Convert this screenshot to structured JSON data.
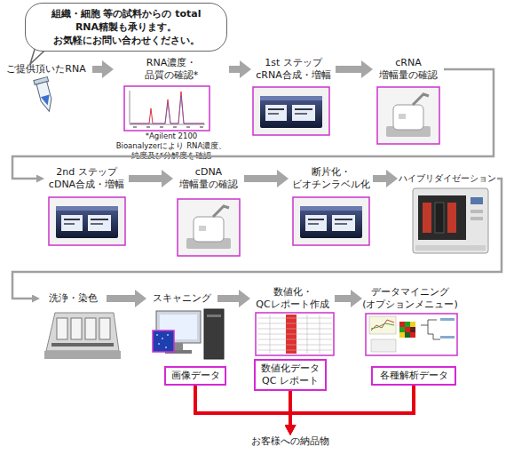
{
  "diagram": {
    "nodes": [
      {
        "text": [
          "組織・細胞 等の試料からの total RNA精製も承ります。 お気軽にお問い合わせください。"
        ]
      },
      {
        "text": [
          "ご提供頂いたRNA"
        ]
      },
      {
        "text": [
          "RNA濃度・ 品質の確認*",
          "*Agilent 2100 Bioanalyzerにより RNA濃度、純度及び分解度を確認"
        ]
      },
      {
        "text": [
          "1st ステップ cRNA合成・増幅"
        ]
      },
      {
        "text": [
          "cRNA 増幅量の確認"
        ]
      },
      {
        "text": [
          "2nd ステップ cDNA合成・増幅"
        ]
      },
      {
        "text": [
          "cDNA 増幅量の確認"
        ]
      },
      {
        "text": [
          "断片化・ ビオチンラベル化"
        ]
      },
      {
        "text": [
          "ハイブリダイゼーション"
        ]
      },
      {
        "text": [
          "洗浄・染色"
        ]
      },
      {
        "text": [
          "スキャニング"
        ]
      },
      {
        "text": [
          "数値化・ QCレポート作成"
        ]
      },
      {
        "text": [
          "データマイニング (オプションメニュー)"
        ]
      },
      {
        "text": [
          "画像データ"
        ]
      },
      {
        "text": [
          "数値化データ QC レポート"
        ]
      },
      {
        "text": [
          "各種解析データ"
        ]
      },
      {
        "text": [
          "お客様への納品物"
        ]
      }
    ],
    "edges": [
      {
        "from": 1,
        "to": 2,
        "arrow": "to"
      },
      {
        "from": 2,
        "to": 3,
        "arrow": "to"
      },
      {
        "from": 3,
        "to": 4,
        "arrow": "to"
      },
      {
        "from": 4,
        "to": 5,
        "arrow": "to"
      },
      {
        "from": 5,
        "to": 6,
        "arrow": "to"
      },
      {
        "from": 6,
        "to": 7,
        "arrow": "to"
      },
      {
        "from": 7,
        "to": 8,
        "arrow": "to"
      },
      {
        "from": 8,
        "to": 9,
        "arrow": "to"
      },
      {
        "from": 9,
        "to": 10,
        "arrow": "to"
      },
      {
        "from": 10,
        "to": 11,
        "arrow": "to"
      },
      {
        "from": 11,
        "to": 12,
        "arrow": "to"
      },
      {
        "from": 13,
        "to": 16,
        "arrow": "to"
      },
      {
        "from": 14,
        "to": 16,
        "arrow": "to"
      },
      {
        "from": 15,
        "to": 16,
        "arrow": "to"
      }
    ]
  }
}
